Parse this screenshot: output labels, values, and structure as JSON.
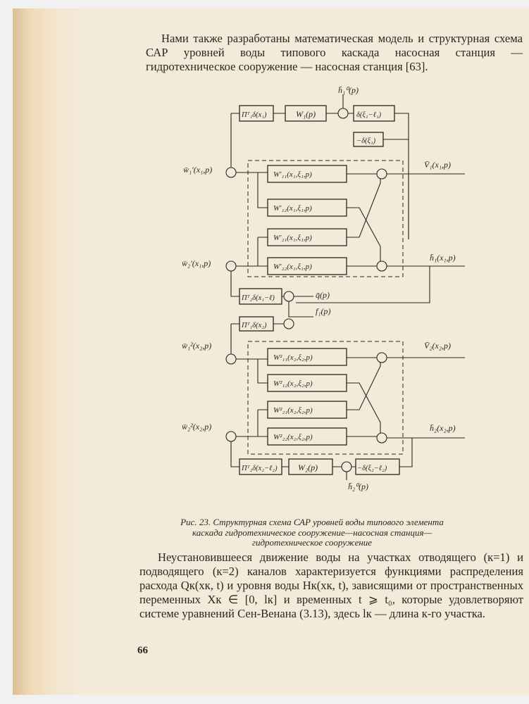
{
  "paragraph_top": "Нами также разработаны математическая модель и структурная схема САР уровней воды типового каскада насосная станция — гидротехническое сооружение — насосная станция [63].",
  "diagram": {
    "labels": {
      "h1_star": "h̄₁⁰(p)",
      "pi1_block": "Пᵀ₁δ(x₁)",
      "w1_block": "W₁(p)",
      "delta_block": "δ(ξ₁−ℓ₁)",
      "delta_block2": "−δ(ξ₁)",
      "w1_in": "w̄₁′(x₁,p)",
      "v1_out": "V̄₁(x₁,p)",
      "w11": "W′₁₁(x₁,ξ₁,p)",
      "w12": "W′₁₂(x₁,ξ₁,p)",
      "w21": "W′₂₁(x₁,ξ₁,p)",
      "w22": "W′₂₂(x₁,ξ₁,p)",
      "w2_in": "w̄₂′(x₁,p)",
      "h1_out": "h̄₁(x₁,p)",
      "pi2_block": "Пᵀ₂δ(x₁−ℓ)",
      "q_in": "q̄(p)",
      "f_in": "f₁(p)",
      "pi3_block": "Пᵀ₁δ(x₂)",
      "w1b_in": "w̄₁²(x₂,p)",
      "v2_out": "V̄₂(x₂,p)",
      "w11b": "W²₁₁(x₂,ξ₂,p)",
      "w12b": "W²₁₂(x₂,ξ₂,p)",
      "w21b": "W²₂₁(x₂,ξ₂,p)",
      "w22b": "W²₂₂(x₂,ξ₂,p)",
      "w2b_in": "w̄₂²(x₂,p)",
      "h2_out": "h̄₂(x₂,p)",
      "pi4_block": "Пᵀ₂δ(x₂−ℓ₂)",
      "w2_block": "W₂(p)",
      "delta_block3": "−δ(ξ₂−ℓ₂)",
      "h2_star": "h̄₂⁰(p)"
    }
  },
  "caption": "Рис. 23. Структурная схема САР уровней воды типового элемента каскада гидротехническое сооружение—насосная станция—гидротехническое сооружение",
  "paragraph_bottom": "Неустановившееся движение воды на участках отводящего (к=1) и подводящего (к=2) каналов характеризуется функциями распределения расхода Qк(xк, t) и уровня воды Hк(xк, t), зависящими от пространственных переменных Xк ∈ [0, lк] и временных t ⩾ t₀, которые удовлетворяют системе уравнений Сен-Венана (3.13), здесь lк — длина к-го участка.",
  "page_number": "66"
}
